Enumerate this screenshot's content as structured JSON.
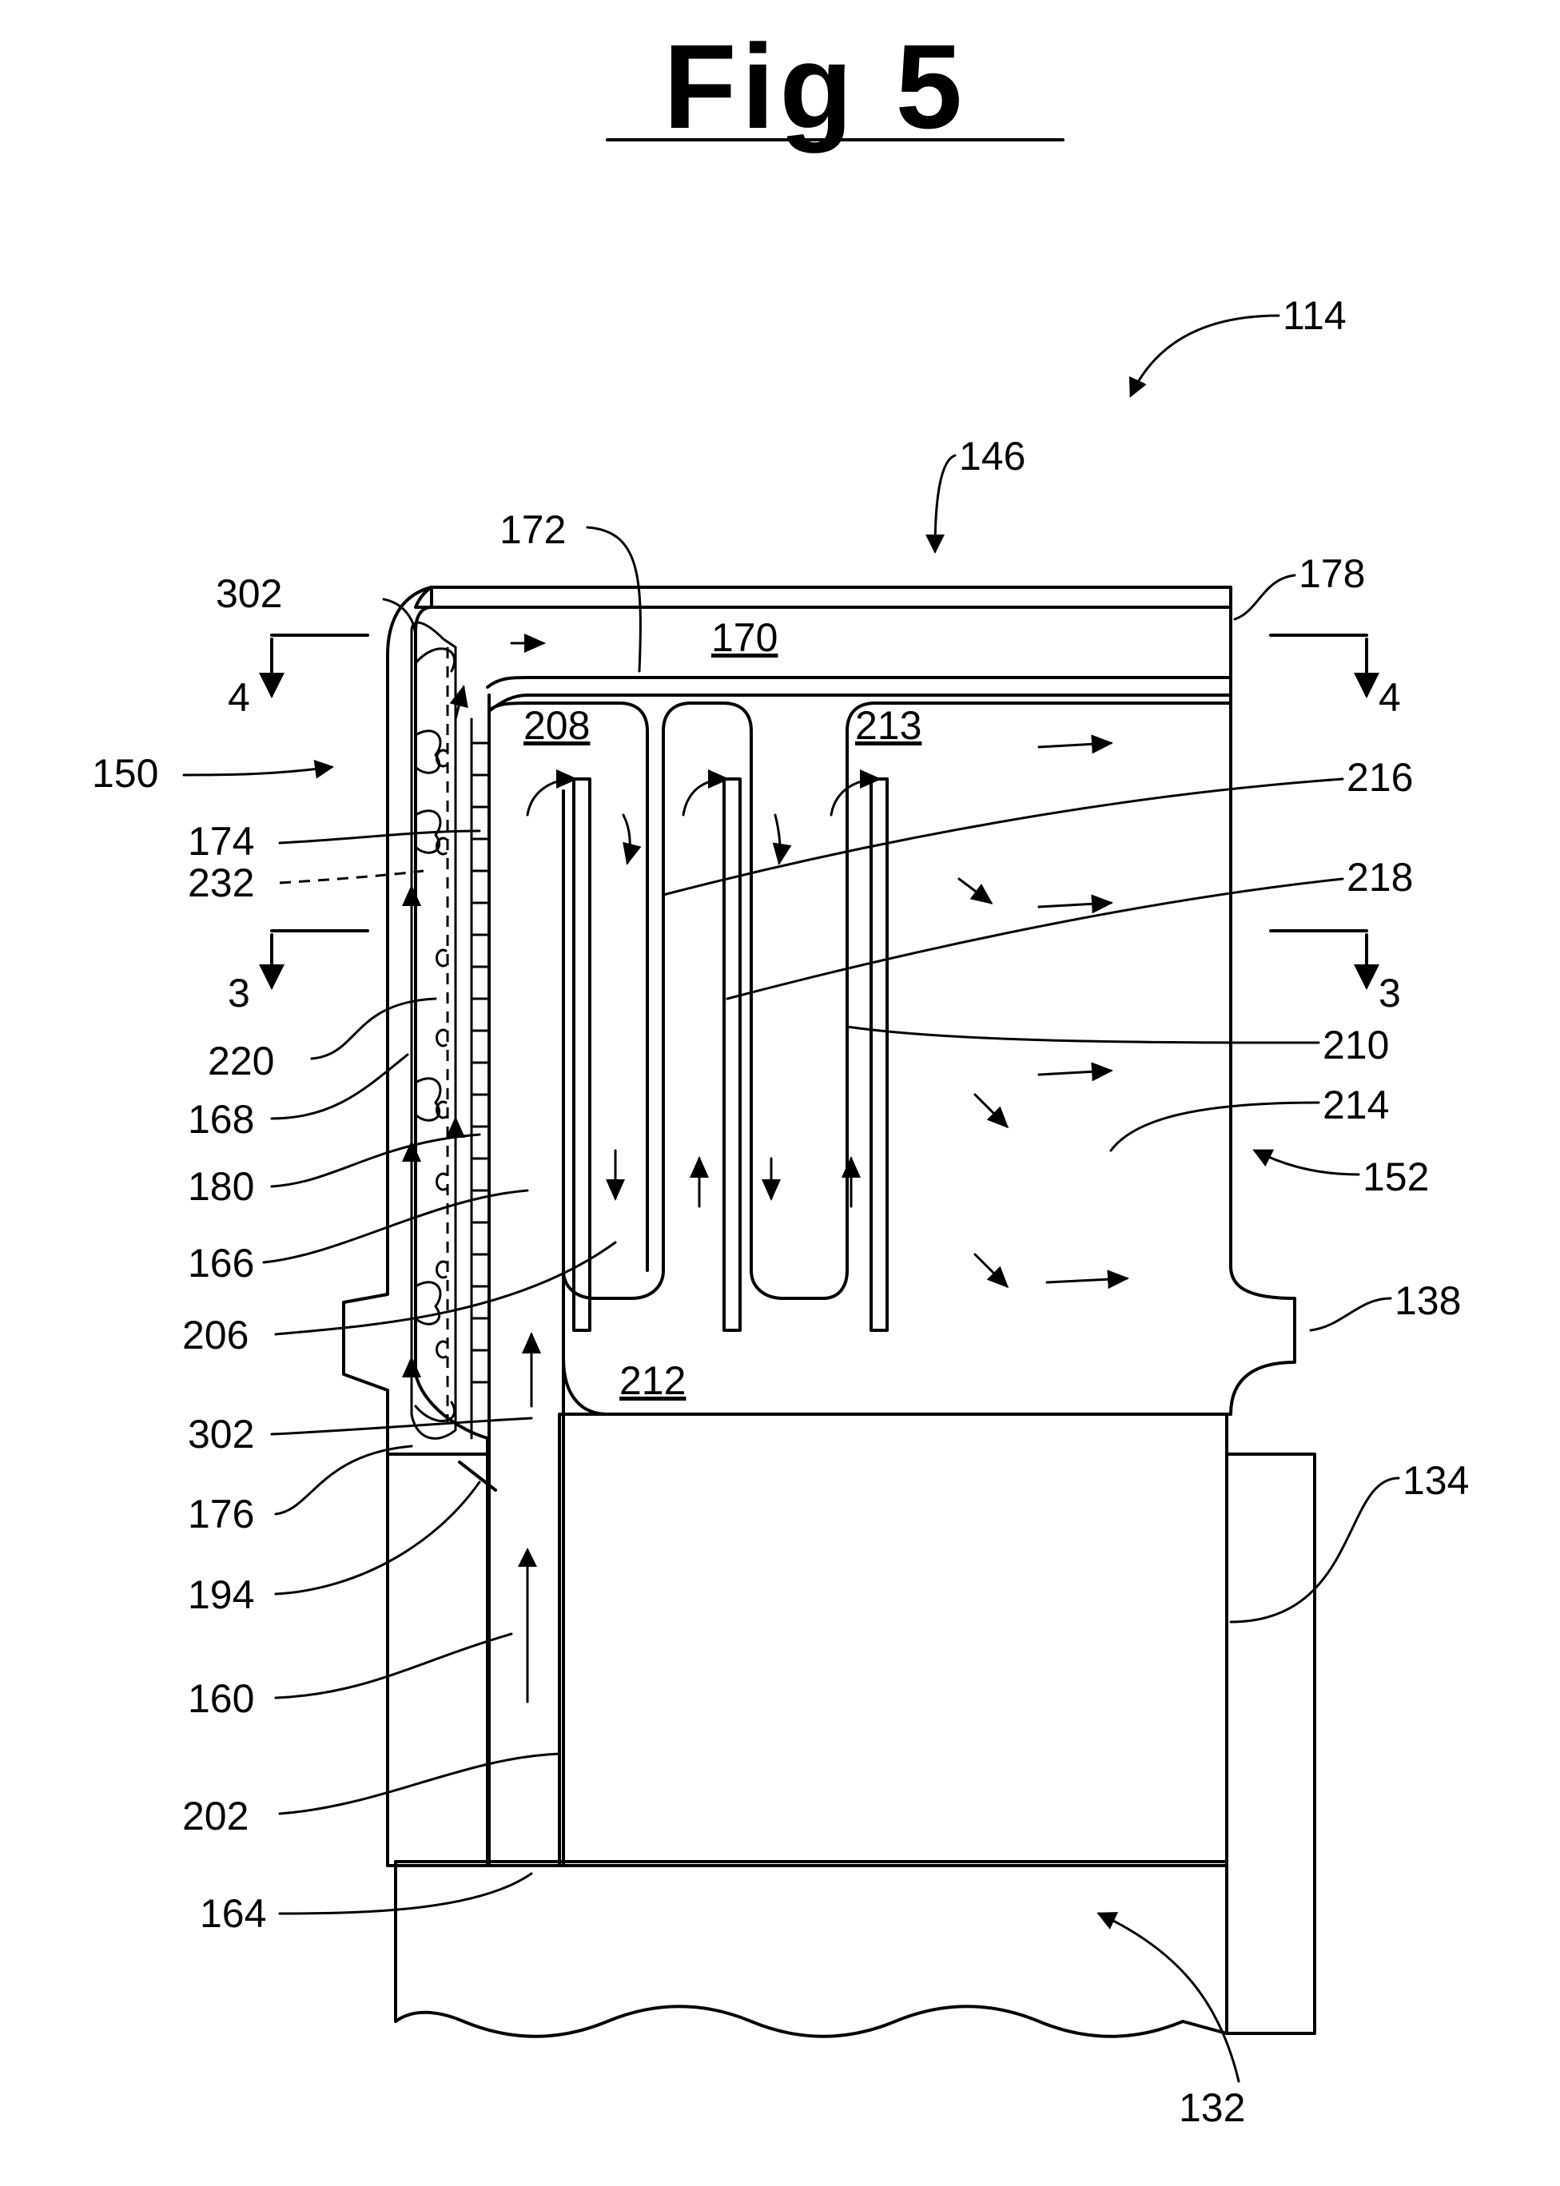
{
  "title": "Fig 5",
  "labels": {
    "l114": "114",
    "l146": "146",
    "l172": "172",
    "l178": "178",
    "l302a": "302",
    "l170": "170",
    "l4a": "4",
    "l4b": "4",
    "l208": "208",
    "l213": "213",
    "l150": "150",
    "l216": "216",
    "l174": "174",
    "l232": "232",
    "l218": "218",
    "l3a": "3",
    "l3b": "3",
    "l220": "220",
    "l210": "210",
    "l168": "168",
    "l214": "214",
    "l180": "180",
    "l152": "152",
    "l166": "166",
    "l138": "138",
    "l206": "206",
    "l212": "212",
    "l302b": "302",
    "l176": "176",
    "l134": "134",
    "l194": "194",
    "l160": "160",
    "l202": "202",
    "l164": "164",
    "l132": "132"
  }
}
